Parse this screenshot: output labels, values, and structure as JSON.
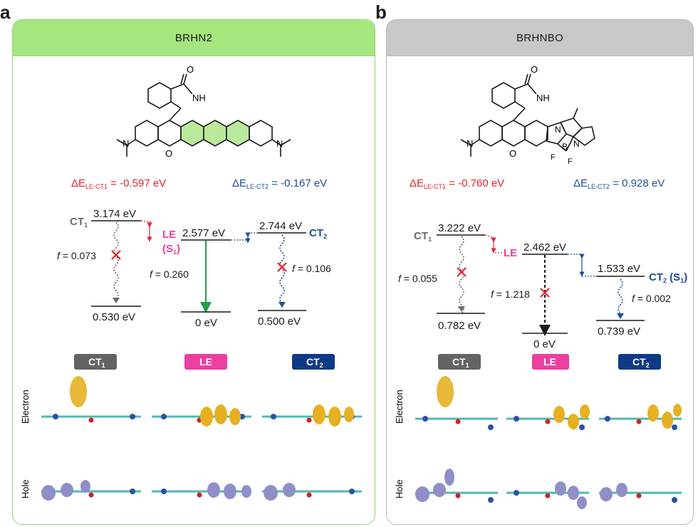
{
  "panel_a": {
    "letter": "a",
    "title": "BRHN2",
    "delta1_prefix": "ΔE",
    "delta1_sub": "LE-CT1",
    "delta1_value": " = -0.597 eV",
    "delta2_prefix": "ΔE",
    "delta2_sub": "LE-CT2",
    "delta2_value": " = -0.167 eV",
    "ct1_label": "CT",
    "ct1_sub": "1",
    "ct1_energy": "3.174 eV",
    "le_label": "LE",
    "le_s1": "(S",
    "le_s1_sub": "1",
    "le_s1_close": ")",
    "le_energy": "2.577 eV",
    "ct2_label": "CT",
    "ct2_sub": "2",
    "ct2_energy": "2.744 eV",
    "f_ct1": " = 0.073",
    "f_le": " = 0.260",
    "f_ct2": " = 0.106",
    "f_symbol": "f",
    "ground_ct1": "0.530 eV",
    "ground_le": "0 eV",
    "ground_ct2": "0.500 eV",
    "badge_ct1": "CT",
    "badge_ct1_sub": "1",
    "badge_le": "LE",
    "badge_ct2": "CT",
    "badge_ct2_sub": "2",
    "row_electron": "Electron",
    "row_hole": "Hole",
    "mol_o": "O",
    "mol_nh": "NH",
    "mol_n1": "N",
    "mol_n2": "N",
    "mol_o2": "O"
  },
  "panel_b": {
    "letter": "b",
    "title": "BRHNBO",
    "delta1_prefix": "ΔE",
    "delta1_sub": "LE-CT1",
    "delta1_value": " = -0.760 eV",
    "delta2_prefix": "ΔE",
    "delta2_sub": "LE-CT2",
    "delta2_value": " = 0.928 eV",
    "ct1_label": "CT",
    "ct1_sub": "1",
    "ct1_energy": "3.222 eV",
    "le_label": "LE",
    "le_energy": "2.462 eV",
    "ct2_label": "CT",
    "ct2_sub": "2",
    "ct2_s1": " (S",
    "ct2_s1_sub": "1",
    "ct2_s1_close": ")",
    "ct2_energy": "1.533 eV",
    "f_ct1": " = 0.055",
    "f_le": " = 1.218",
    "f_ct2": " = 0.002",
    "f_symbol": "f",
    "ground_ct1": "0.782 eV",
    "ground_le": "0 eV",
    "ground_ct2": "0.739 eV",
    "badge_ct1": "CT",
    "badge_ct1_sub": "1",
    "badge_le": "LE",
    "badge_ct2": "CT",
    "badge_ct2_sub": "2",
    "row_electron": "Electron",
    "row_hole": "Hole",
    "mol_o": "O",
    "mol_nh": "NH",
    "mol_n1": "N",
    "mol_n2": "N",
    "mol_n3": "N",
    "mol_b": "B",
    "mol_f1": "F",
    "mol_f2": "F",
    "mol_o2": "O"
  },
  "colors": {
    "red": "#e8222a",
    "blue": "#1c4e9c",
    "gray": "#6b6b6b",
    "pink": "#ec3fa0",
    "green": "#21a048",
    "badge_ct1": "#636363",
    "badge_le": "#ec3fa0",
    "badge_ct2": "#0e3a86",
    "electron_lobe": "#e6b021",
    "hole_lobe": "#8f8fc8"
  }
}
